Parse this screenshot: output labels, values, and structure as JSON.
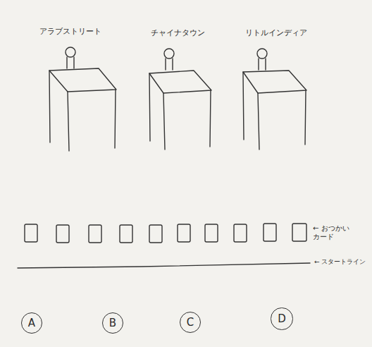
{
  "diagram": {
    "nodes": [
      {
        "text": [
          "A"
        ]
      },
      {
        "text": [
          "B"
        ]
      },
      {
        "text": [
          "C"
        ]
      },
      {
        "text": [
          "D"
        ]
      }
    ],
    "labels": [
      "アラブストリート",
      "チャイナタウン",
      "リトルインディア",
      "← おつかい カード",
      "← スタートライン"
    ]
  }
}
